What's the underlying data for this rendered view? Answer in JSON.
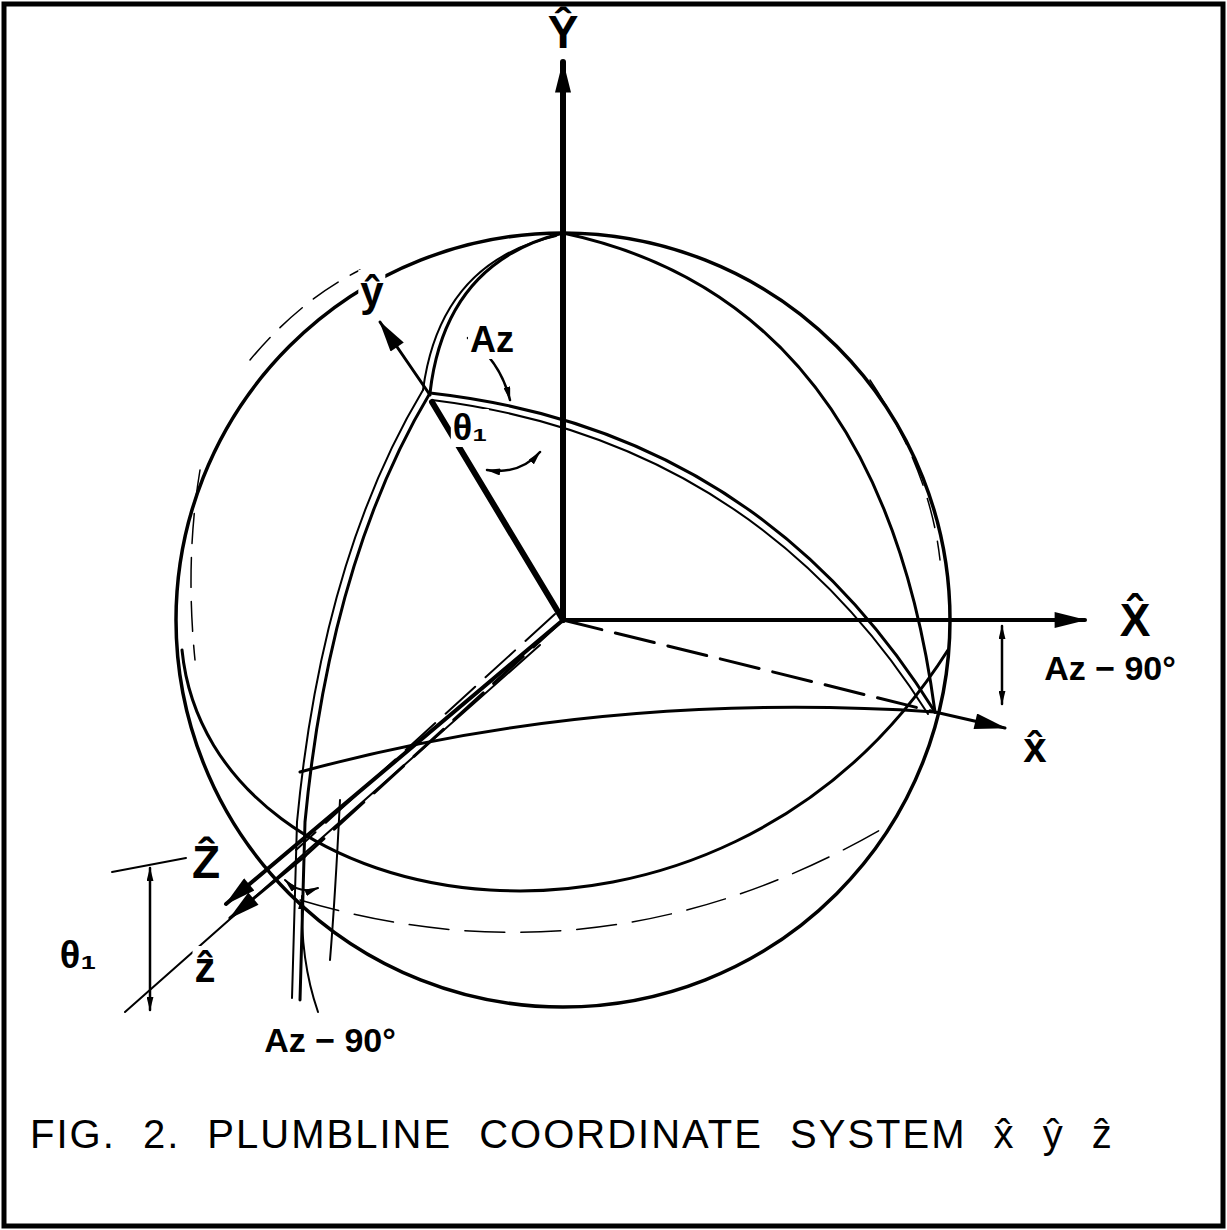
{
  "diagram": {
    "caption": "FIG. 2. PLUMBLINE COORDINATE SYSTEM x̂ ŷ ẑ",
    "labels": [
      "Ŷ",
      "ŷ",
      "Az",
      "θ₁",
      "X̂",
      "Az − 90°",
      "x̂",
      "Ẑ",
      "ẑ",
      "θ₁",
      "Az − 90°"
    ]
  }
}
